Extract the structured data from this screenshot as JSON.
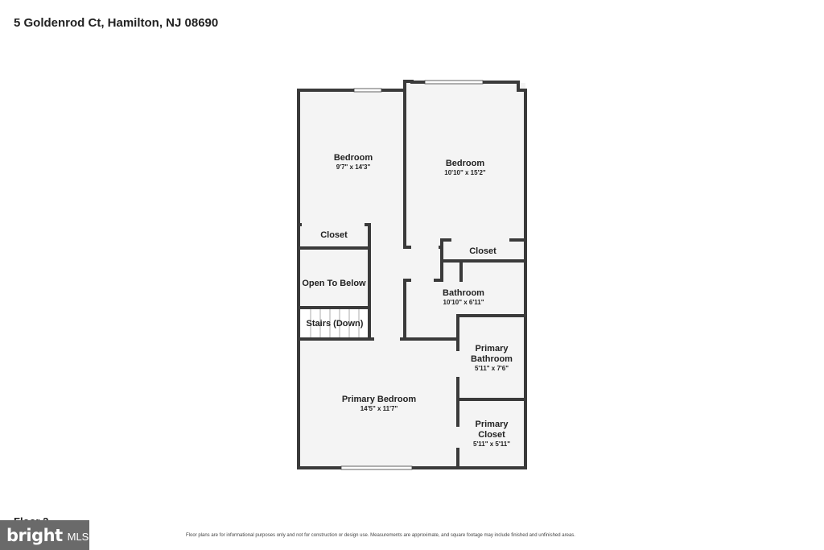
{
  "address": "5 Goldenrod Ct, Hamilton, NJ 08690",
  "floor_label": "Floor 2",
  "colors": {
    "wall": "#3a3a3a",
    "floor": "#f4f4f4",
    "stairs": "#ffffff",
    "logo_bg": "#6a6a6a"
  },
  "rooms": {
    "bedroom_left": {
      "name": "Bedroom",
      "dim": "9'7\" x 14'3\""
    },
    "bedroom_right": {
      "name": "Bedroom",
      "dim": "10'10\" x 15'2\""
    },
    "closet_left": {
      "name": "Closet"
    },
    "closet_right": {
      "name": "Closet"
    },
    "open_to_below": {
      "name": "Open To Below"
    },
    "stairs": {
      "name": "Stairs (Down)"
    },
    "bathroom": {
      "name": "Bathroom",
      "dim": "10'10\" x 6'11\""
    },
    "primary_bathroom": {
      "name_line1": "Primary",
      "name_line2": "Bathroom",
      "dim": "5'11\" x 7'6\""
    },
    "primary_bedroom": {
      "name": "Primary Bedroom",
      "dim": "14'5\" x 11'7\""
    },
    "primary_closet": {
      "name_line1": "Primary",
      "name_line2": "Closet",
      "dim": "5'11\" x 5'11\""
    }
  },
  "logo": {
    "brand": "bright",
    "suffix": "MLS"
  },
  "disclaimer": "Floor plans are for informational purposes only and not for construction or design use. Measurements are approximate, and square footage may include finished and unfinished areas."
}
